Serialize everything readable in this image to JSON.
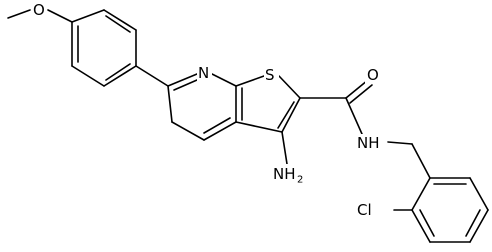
{
  "molecule": {
    "atoms": {
      "methoxy_o": "O",
      "ring_n": "N",
      "thiophene_s": "S",
      "carbonyl_o": "O",
      "amide_nh": "NH",
      "amino_n": "NH",
      "amino_sub": "2",
      "chloro": "Cl"
    }
  }
}
